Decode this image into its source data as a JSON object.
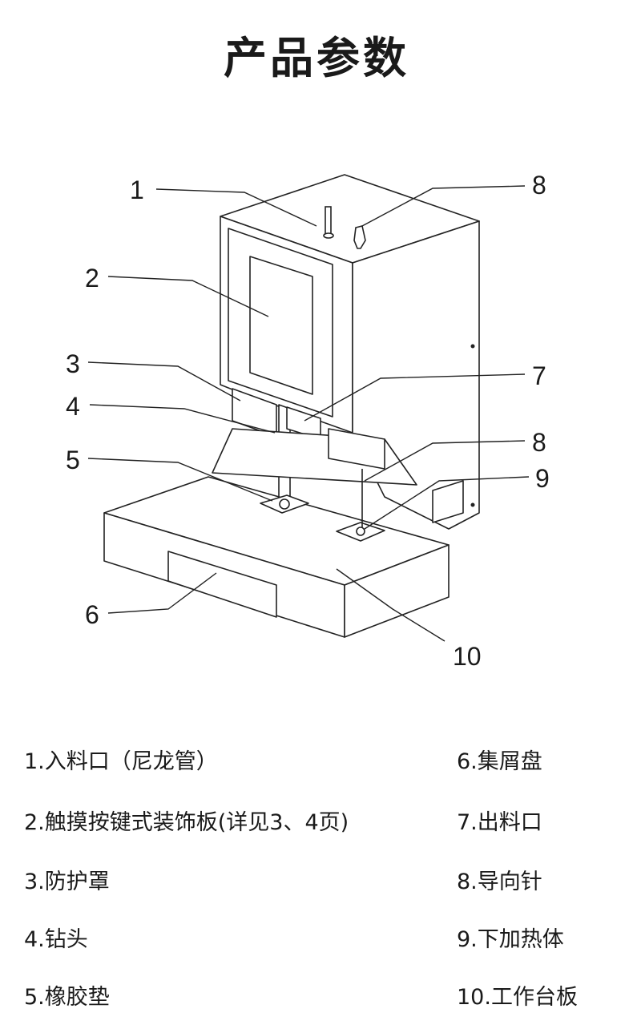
{
  "title": "产品参数",
  "callouts": [
    "1",
    "2",
    "3",
    "4",
    "5",
    "6",
    "7",
    "8",
    "8",
    "9",
    "10"
  ],
  "legend": {
    "left": [
      "1.入料口（尼龙管）",
      "2.触摸按键式装饰板(详见3、4页)",
      "3.防护罩",
      "4.钻头",
      "5.橡胶垫"
    ],
    "right": [
      "6.集屑盘",
      "7.出料口",
      "8.导向针",
      "9.下加热体",
      "10.工作台板"
    ]
  }
}
